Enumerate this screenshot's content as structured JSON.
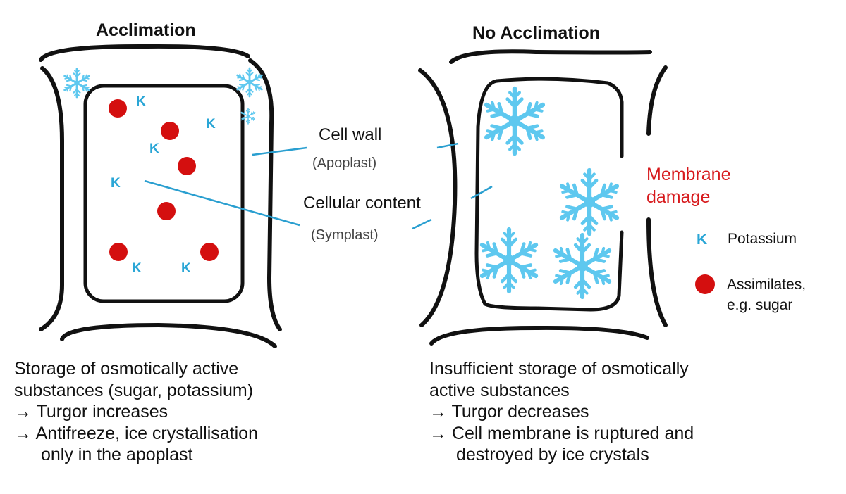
{
  "panels": {
    "left_title": "Acclimation",
    "right_title": "No Acclimation"
  },
  "labels": {
    "cell_wall": "Cell wall",
    "apoplast": "(Apoplast)",
    "cellular_content": "Cellular content",
    "symplast": "(Symplast)",
    "membrane_damage_1": "Membrane",
    "membrane_damage_2": "damage"
  },
  "legend": {
    "k_symbol": "K",
    "potassium": "Potassium",
    "assimilates_1": "Assimilates,",
    "assimilates_2": "e.g. sugar"
  },
  "cell_markers": {
    "k": "K"
  },
  "captions": {
    "left": [
      "Storage of osmotically active",
      "substances (sugar, potassium)",
      "→ Turgor increases",
      "→ Antifreeze, ice crystallisation",
      "only in the apoplast"
    ],
    "right": [
      "Insufficient storage of osmotically",
      "active substances",
      "→ Turgor decreases",
      "→ Cell membrane is ruptured and",
      "destroyed by ice crystals"
    ]
  },
  "colors": {
    "potassium": "#2aa6d6",
    "assimilates": "#d40f0f",
    "ice": "#5ec8ef",
    "damage_text": "#d7191c",
    "leader_line": "#2a9fd0"
  },
  "icons": {
    "ice": "snowflake-icon",
    "assimilate": "red-dot-icon"
  }
}
